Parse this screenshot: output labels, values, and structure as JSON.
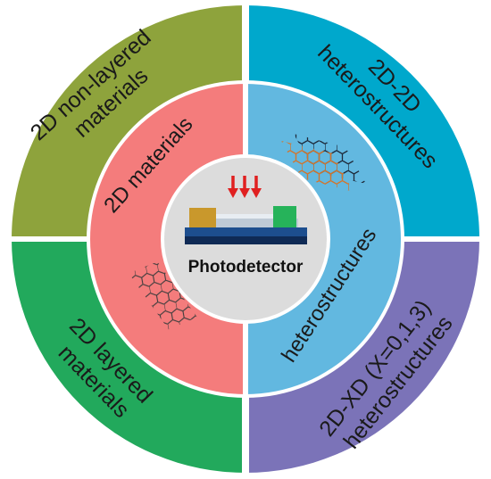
{
  "center": {
    "label": "Photodetector"
  },
  "inner": {
    "left_label": "2D materials",
    "right_label": "heterostructures"
  },
  "outer": {
    "top_left": [
      "2D non-layered",
      "materials"
    ],
    "top_right": [
      "2D-2D",
      "heterostructures"
    ],
    "bottom_left": [
      "2D layered",
      "materials"
    ],
    "bottom_right": [
      "2D-XD  (X=0,1,3)",
      "heterostructures"
    ]
  },
  "colors": {
    "top_left": "#8ea33c",
    "top_right": "#00a8cc",
    "bottom_left": "#22a95c",
    "bottom_right": "#7b73b8",
    "inner_left": "#f47c7c",
    "inner_right": "#62b8e0",
    "center": "#dcdcdc",
    "arrow": "#e02020",
    "electrode_left": "#c9982c",
    "electrode_right": "#26b35a",
    "channel": "#bfcad6",
    "substrate_top": "#1d4e8e",
    "substrate_bottom": "#0f2a55",
    "lattice_inner": "#4a4a4a",
    "lattice_orange": "#d2752c"
  },
  "icons": [
    "incident-light-arrows",
    "device-cross-section",
    "graphene-lattice",
    "stacked-heterostructure-lattice"
  ]
}
